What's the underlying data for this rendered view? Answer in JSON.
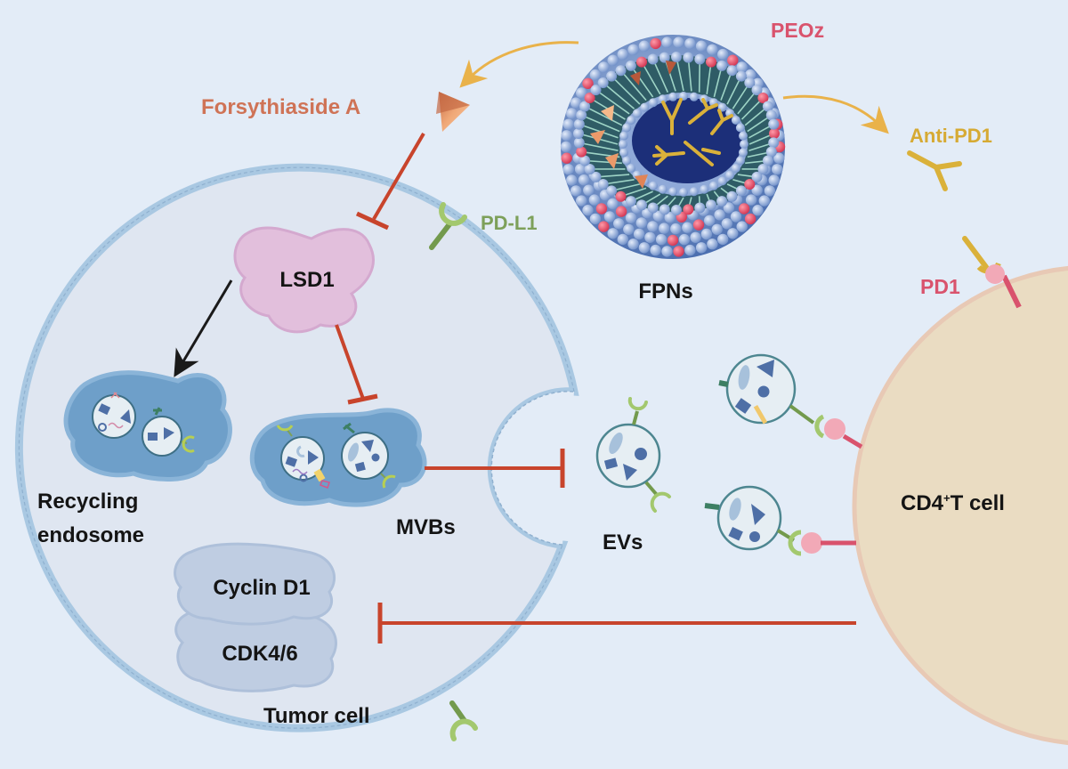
{
  "figure": {
    "type": "mechanism-schematic",
    "labels": {
      "forsythiaside": "Forsythiaside A",
      "peoz": "PEOz",
      "fpns": "FPNs",
      "anti_pd1": "Anti-PD1",
      "pd_l1": "PD-L1",
      "pd1": "PD1",
      "lsd1": "LSD1",
      "recycling_line1": "Recycling",
      "recycling_line2": "endosome",
      "mvbs": "MVBs",
      "evs": "EVs",
      "cyclin": "Cyclin D1",
      "cdk": "CDK4/6",
      "tumor_cell": "Tumor cell",
      "tcell_prefix": "CD4",
      "tcell_sup": "+",
      "tcell_suffix": "T cell"
    },
    "relations": [
      {
        "from": "FPNs",
        "to": "Forsythiaside A",
        "type": "release"
      },
      {
        "from": "FPNs",
        "to": "Anti-PD1",
        "type": "release"
      },
      {
        "from": "Forsythiaside A",
        "to": "LSD1",
        "type": "inhibit"
      },
      {
        "from": "LSD1",
        "to": "Recycling endosome",
        "type": "promote"
      },
      {
        "from": "LSD1",
        "to": "MVBs",
        "type": "inhibit"
      },
      {
        "from": "MVBs",
        "to": "EVs",
        "type": "inhibit"
      },
      {
        "from": "CD4+T cell",
        "to": "Cyclin D1 / CDK4/6",
        "type": "inhibit"
      },
      {
        "from": "Anti-PD1",
        "to": "PD1",
        "type": "binds"
      },
      {
        "from": "EVs (PD-L1)",
        "to": "PD1",
        "type": "binds"
      }
    ],
    "colors": {
      "background": "#e3ecf7",
      "inhibit": "#c8442c",
      "promote": "#1a1a1a",
      "release_arrow": "#e9b24a",
      "tumor_membrane": "#a9c8e2",
      "tumor_fill": "#dfe6f1",
      "tcell_fill": "#eadcc2",
      "lsd1_fill": "#e2bfdc",
      "cyclin_fill": "#bfcde2",
      "endosome_fill": "#6e9fc9",
      "vesicle_fill": "#e6eef3",
      "pdl1": "#a3c86e",
      "pd1": "#e88aa0",
      "antibody": "#dab13a",
      "drug": "#eb9a6a",
      "nanoparticle_head": "#9ab5de",
      "peoz_dot": "#e0485f"
    }
  }
}
